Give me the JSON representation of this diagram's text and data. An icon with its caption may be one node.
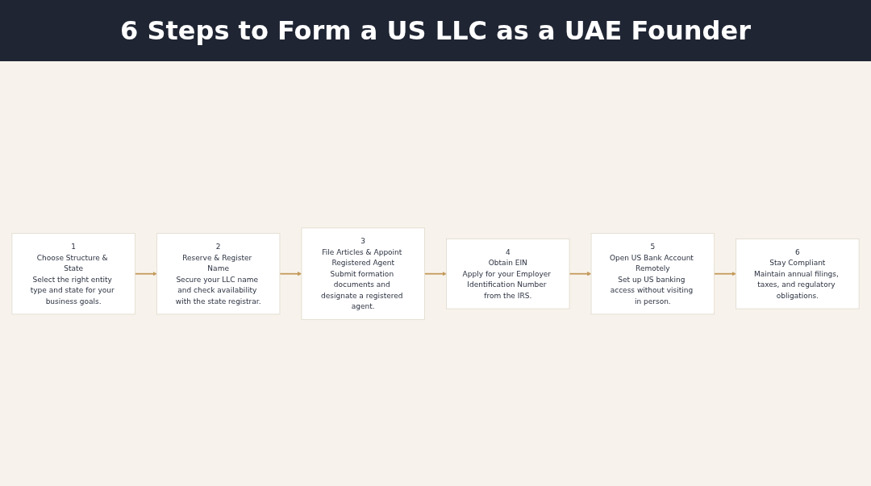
{
  "diagram": {
    "title": "6 Steps to Form a US LLC as a UAE Founder",
    "nodes": [
      {
        "text": [
          "1",
          "Choose Structure & State",
          "Select the right entity type and state for your business goals."
        ]
      },
      {
        "text": [
          "2",
          "Reserve & Register Name",
          "Secure your LLC name and check availability with the state registrar."
        ]
      },
      {
        "text": [
          "3",
          "File Articles & Appoint Registered Agent",
          "Submit formation documents and designate a registered agent."
        ]
      },
      {
        "text": [
          "4",
          "Obtain EIN",
          "Apply for your Employer Identification Number from the IRS."
        ]
      },
      {
        "text": [
          "5",
          "Open US Bank Account Remotely",
          "Set up US banking access without visiting in person."
        ]
      },
      {
        "text": [
          "6",
          "Stay Compliant",
          "Maintain annual filings, taxes, and regulatory obligations."
        ]
      }
    ],
    "edges": [
      {
        "from": 0,
        "to": 1,
        "arrow": "to"
      },
      {
        "from": 1,
        "to": 2,
        "arrow": "to"
      },
      {
        "from": 2,
        "to": 3,
        "arrow": "to"
      },
      {
        "from": 3,
        "to": 4,
        "arrow": "to"
      },
      {
        "from": 4,
        "to": 5,
        "arrow": "to"
      }
    ]
  }
}
